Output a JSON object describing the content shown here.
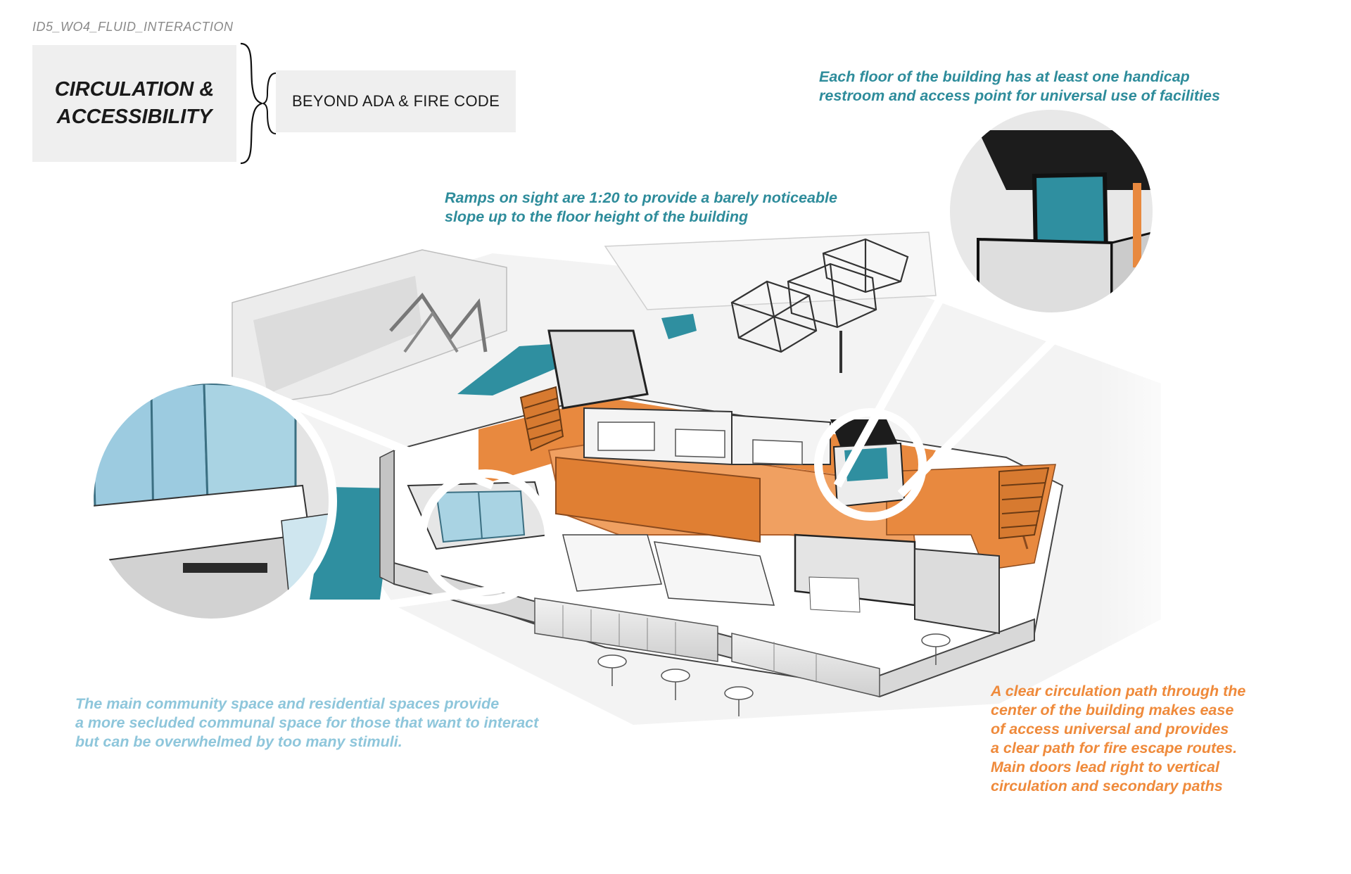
{
  "header": {
    "project_tag": "ID5_WO4_FLUID_INTERACTION",
    "title_line1": "CIRCULATION &",
    "title_line2": "ACCESSIBILITY",
    "subtitle": "BEYOND ADA & FIRE CODE"
  },
  "notes": {
    "restroom": {
      "line1": "Each floor of the building has at least one handicap",
      "line2": "restroom and access point for universal use of facilities"
    },
    "ramps": {
      "line1": "Ramps on sight are 1:20 to provide a barely noticeable",
      "line2": "slope up to the floor height of the building"
    },
    "community": {
      "line1": "The main community space and residential spaces provide",
      "line2": "a more secluded communal space for those that want to interact",
      "line3": "but can be overwhelmed by too many stimuli."
    },
    "circulation": {
      "line1": "A clear circulation path through the",
      "line2": "center of the building makes ease",
      "line3": "of access universal and provides",
      "line4": "a clear path for fire escape routes.",
      "line5": "Main doors lead right to vertical",
      "line6": "circulation and secondary paths"
    }
  },
  "colors": {
    "teal_text": "#2e8c9b",
    "light_blue_text": "#8ec6db",
    "orange_text": "#ef8a3b",
    "circulation_fill": "#e8893f",
    "ramp_fill": "#2f8fa0",
    "residential_fill": "#a9d3e3"
  }
}
